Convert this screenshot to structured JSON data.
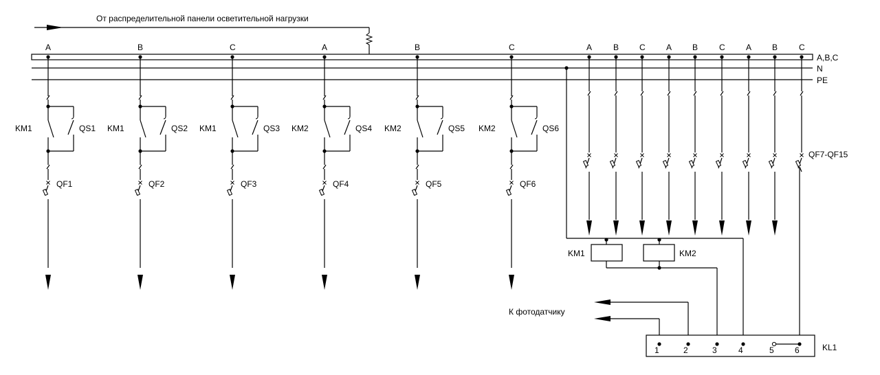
{
  "source_label": "От распределительной панели осветительной нагрузки",
  "bus_labels": {
    "phases": "A,B,C",
    "neutral": "N",
    "pe": "PE"
  },
  "power_lines": [
    {
      "phase": "A",
      "contactor": "KM1",
      "switch": "QS1",
      "breaker": "QF1"
    },
    {
      "phase": "B",
      "contactor": "KM1",
      "switch": "QS2",
      "breaker": "QF2"
    },
    {
      "phase": "C",
      "contactor": "KM1",
      "switch": "QS3",
      "breaker": "QF3"
    },
    {
      "phase": "A",
      "contactor": "KM2",
      "switch": "QS4",
      "breaker": "QF4"
    },
    {
      "phase": "B",
      "contactor": "KM2",
      "switch": "QS5",
      "breaker": "QF5"
    },
    {
      "phase": "C",
      "contactor": "KM2",
      "switch": "QS6",
      "breaker": "QF6"
    }
  ],
  "branch_phases": [
    "A",
    "B",
    "C",
    "A",
    "B",
    "C",
    "A",
    "B",
    "C"
  ],
  "branch_breakers_label": "QF7-QF15",
  "coils": [
    "KM1",
    "KM2"
  ],
  "sensor_label": "К фотодатчику",
  "relay": {
    "label": "KL1",
    "terminals": [
      "1",
      "2",
      "3",
      "4",
      "5",
      "6"
    ]
  }
}
